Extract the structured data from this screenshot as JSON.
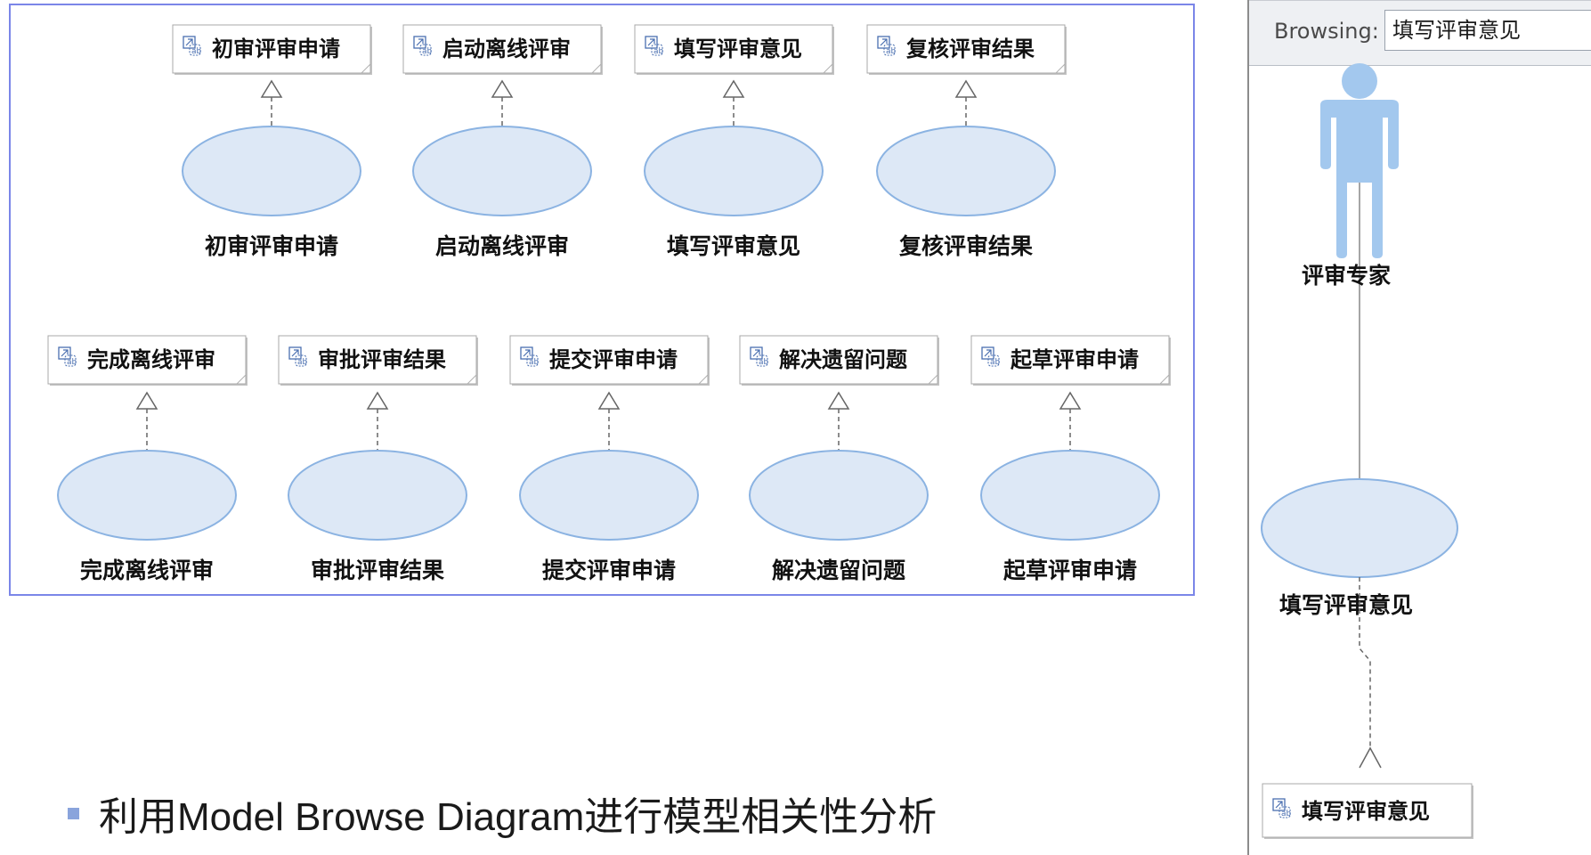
{
  "diagram": {
    "row1": [
      "初审评审申请",
      "启动离线评审",
      "填写评审意见",
      "复核评审结果"
    ],
    "row2": [
      "完成离线评审",
      "审批评审结果",
      "提交评审申请",
      "解决遗留问题",
      "起草评审申请"
    ]
  },
  "browser": {
    "label": "Browsing:",
    "value": "填写评审意见",
    "actor": "评审专家",
    "usecase": "填写评审意见",
    "element": "填写评审意见"
  },
  "bullet": {
    "text": "利用Model Browse Diagram进行模型相关性分析"
  },
  "colors": {
    "ellipse_fill": "#dde8f6",
    "ellipse_stroke": "#8bb3e2",
    "actor": "#a3c8ee",
    "frame_border": "#7b86e8"
  }
}
